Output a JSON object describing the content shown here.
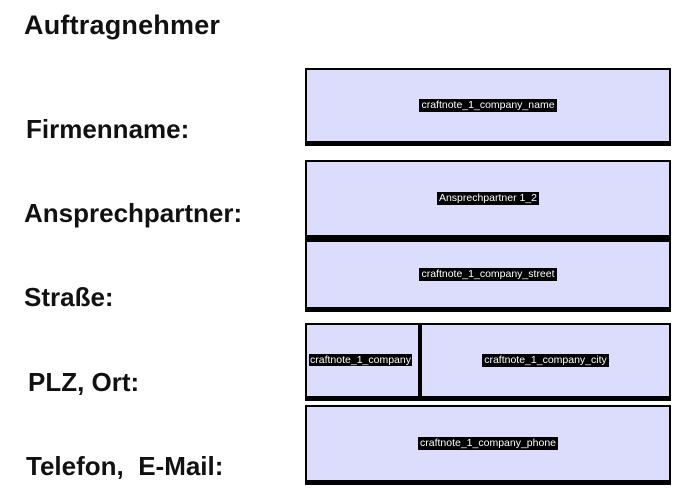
{
  "section": {
    "title": "Auftragnehmer"
  },
  "rows": [
    {
      "label": "Firmenname:",
      "value": "craftnote_1_company_name"
    },
    {
      "label": "Ansprechpartner:",
      "value": "Ansprechpartner 1_2"
    },
    {
      "label": "Straße:",
      "value": "craftnote_1_company_street"
    },
    {
      "label": "PLZ, Ort:",
      "zip_value": "craftnote_1_company",
      "city_value": "craftnote_1_company_city"
    },
    {
      "label": "Telefon,  E-Mail:",
      "value": "craftnote_1_company_phone"
    }
  ],
  "colors": {
    "field_fill": "#dcdcfc",
    "border": "#000000",
    "value_bg": "#000000",
    "value_text": "#ffffff"
  }
}
